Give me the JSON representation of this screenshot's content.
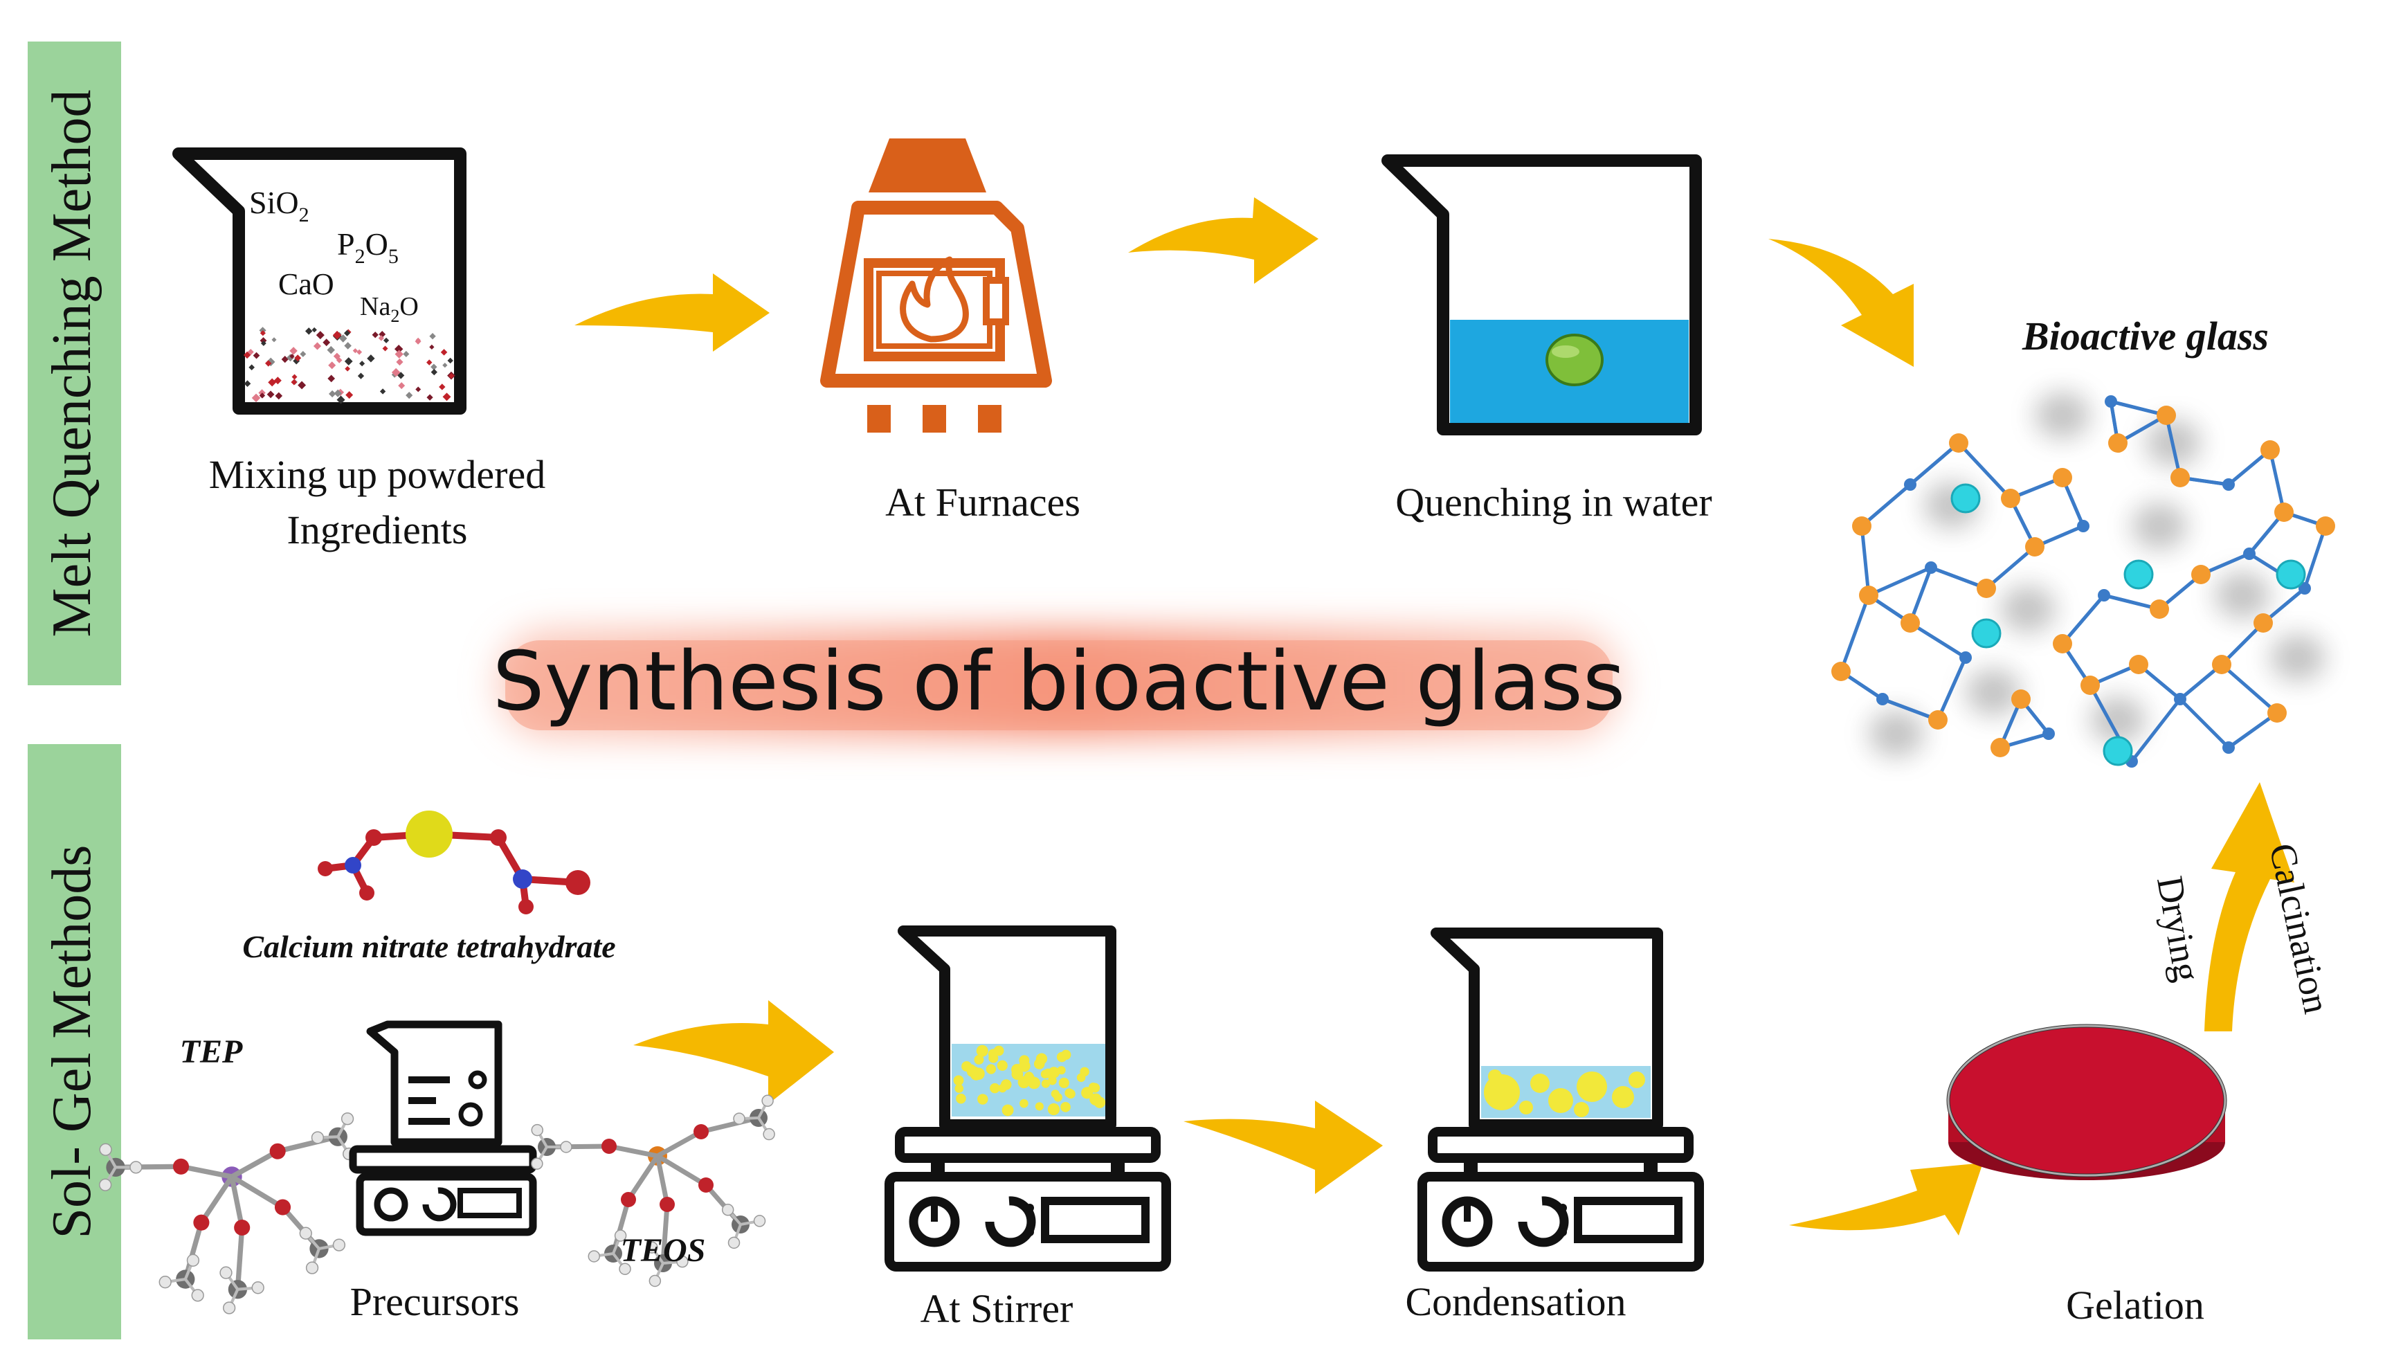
{
  "title": "Synthesis of bioactive glass",
  "sections": {
    "melt": "Melt Quenching Method",
    "solgel": "Sol- Gel Methods"
  },
  "melt_steps": {
    "mixing_line1": "Mixing  up powdered",
    "mixing_line2": "Ingredients",
    "furnace": "At Furnaces",
    "quench": "Quenching in water"
  },
  "ingredients": {
    "sio2": "SiO",
    "sio2_sub": "2",
    "p2o5_p": "P",
    "p2o5_sub1": "2",
    "p2o5_o": "O",
    "p2o5_sub2": "5",
    "cao": "CaO",
    "na2o_na": "Na",
    "na2o_sub": "2",
    "na2o_o": "O"
  },
  "result": "Bioactive glass",
  "solgel_steps": {
    "calcium": "Calcium nitrate tetrahydrate",
    "tep": "TEP",
    "teos": "TEOS",
    "precursors": "Precursors",
    "stirrer": "At Stirrer",
    "condensation": "Condensation",
    "gelation": "Gelation",
    "drying": "Drying",
    "calcination": "Calcination"
  },
  "colors": {
    "arrow": "#F5B800",
    "furnace": "#D9601A",
    "water": "#1EA7E0",
    "sol": "#9FD8EC",
    "particle": "#F2E83A",
    "gel": "#C8102E",
    "section_bar": "#9BD39B",
    "title_glow": "#F47A5C",
    "network_bond": "#3B7BC8",
    "network_atom": "#F39A2E",
    "network_ion": "#2FD3E0"
  },
  "icons": [
    "beaker-icon",
    "furnace-icon",
    "flame-icon",
    "hotplate-stirrer-icon",
    "petri-dish-icon",
    "molecule-icon",
    "arrow-icon"
  ]
}
